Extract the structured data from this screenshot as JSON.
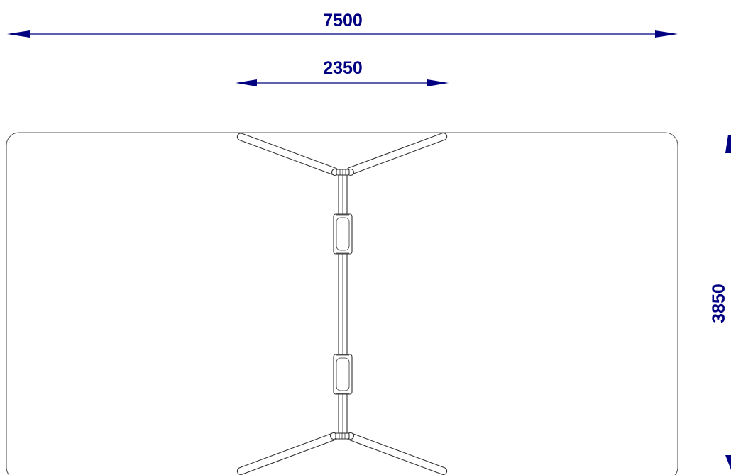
{
  "colors": {
    "dimension": "#000080",
    "outline": "#555555",
    "equipment": "#333333",
    "background": "#ffffff"
  },
  "dimensions": {
    "overall_width": "7500",
    "inner_width": "2350",
    "overall_depth": "3850"
  }
}
